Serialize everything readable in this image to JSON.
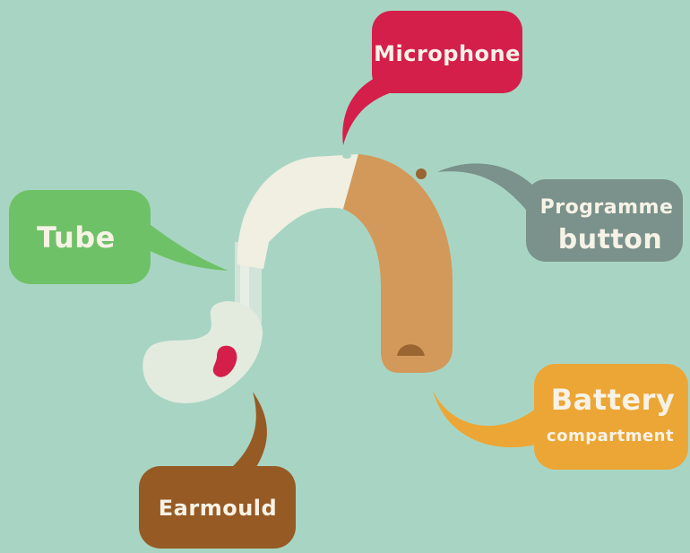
{
  "diagram": {
    "labels": {
      "microphone": "Microphone",
      "programme_line1": "Programme",
      "programme_line2": "button",
      "tube": "Tube",
      "battery_line1": "Battery",
      "battery_line2": "compartment",
      "earmould": "Earmould"
    },
    "colors": {
      "background": "#a8d5c3",
      "microphone": "#d41f4b",
      "programme": "#7a928b",
      "tube": "#6fc167",
      "battery": "#eca635",
      "earmould": "#965a25",
      "body": "#d3995a",
      "hook": "#f0efe1",
      "mould": "#e3ebdf",
      "text": "#f7f2e6"
    }
  }
}
